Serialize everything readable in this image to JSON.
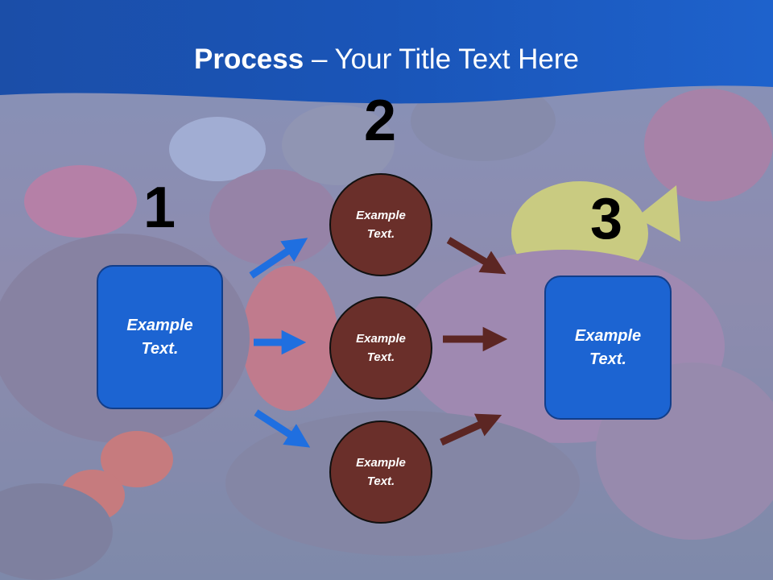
{
  "slide": {
    "title_bold": "Process",
    "title_rest": " – Your Title Text Here"
  },
  "steps": [
    "1",
    "2",
    "3"
  ],
  "left_box": {
    "label": "Example Text."
  },
  "circles": [
    {
      "label": "Example Text."
    },
    {
      "label": "Example Text."
    },
    {
      "label": "Example Text."
    }
  ],
  "right_box": {
    "label": "Example Text."
  },
  "colors": {
    "header_blue": "#1a55b8",
    "box_blue": "#1c64d2",
    "circle_brown": "#6a2f2a",
    "arrow_blue": "#1f6fe0",
    "arrow_brown": "#5c2623"
  }
}
